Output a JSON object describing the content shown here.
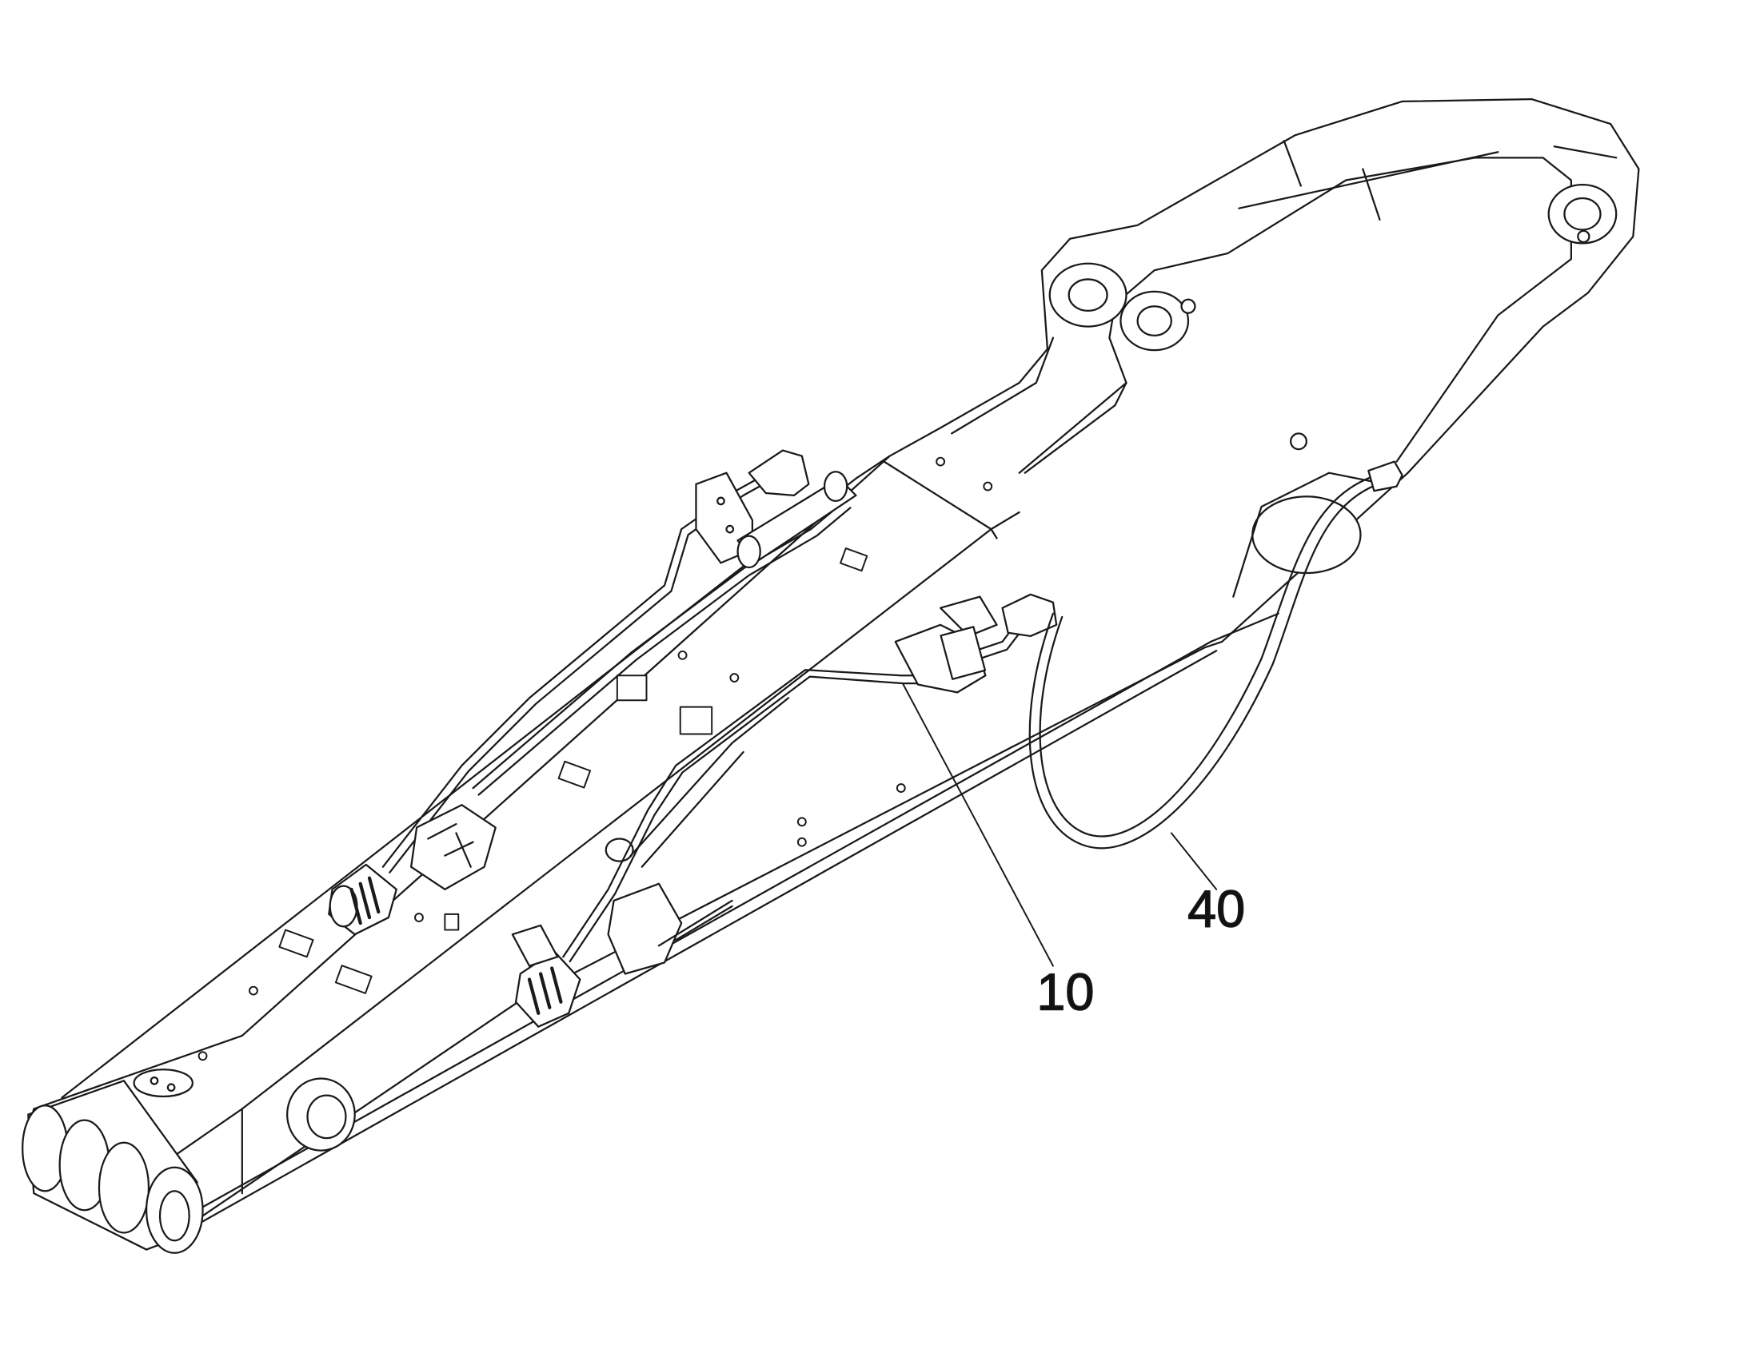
{
  "callouts": [
    {
      "id": "10",
      "text": "10"
    },
    {
      "id": "40",
      "text": "40"
    }
  ],
  "colors": {
    "line": "#1a1a1a",
    "background": "#ffffff",
    "fill": "#ffffff"
  }
}
